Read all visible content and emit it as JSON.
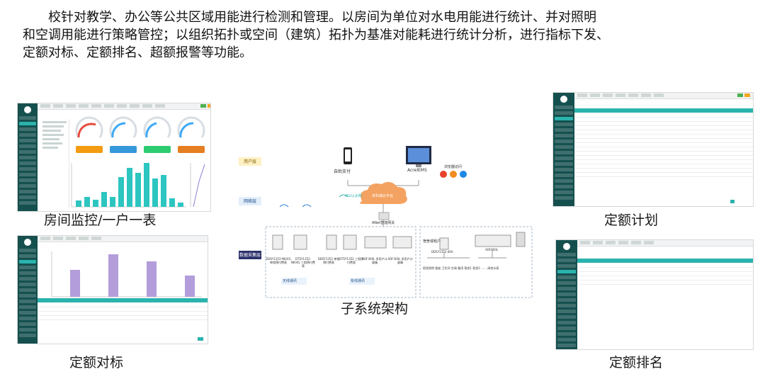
{
  "intro": {
    "line1": "校针对教学、办公等公共区域用能进行检测和管理。以房间为单位对水电用能进行统计、并对照明",
    "line2": "和空调用能进行策略管控；以组织拓扑或空间（建筑）拓扑为基准对能耗进行统计分析，进行指标下发、",
    "line3": "定额对标、定额排名、超额报警等功能。"
  },
  "captions": {
    "room": "房间监控/一户一表",
    "benchmark": "定额对标",
    "plan": "定额计划",
    "ranking": "定额排名",
    "arch": "子系统架构"
  },
  "arch": {
    "layer_user": "用户层",
    "layer_net": "网络层",
    "layer_data": "数据采集层",
    "self_pay": "自助支付",
    "web": "AcrelEMS",
    "browser": "浏览器访问",
    "cloud": "安科瑞云平台",
    "net4g": "4G/以太网",
    "gateway": "ANet智能网关",
    "dev1": "DDSY1352-NK/4G 单相预付费表",
    "dev2": "DTSY1352-NK/4G 三相预付费表",
    "dev3": "DDSY1352 单相预付费表",
    "dev4": "DTSY1352 三相预付费表",
    "dev5": "ADF400L 多用户计量箱",
    "dev6": "ADF300L 多用户计量箱",
    "wireless": "无线通讯",
    "wired": "有线通讯",
    "dorm": "宿舍或租户",
    "meter_right": "DDSY1352-40A",
    "adf_right": "ADF400L",
    "load1": "宿舍照明",
    "load2": "插座",
    "load3": "卫生间",
    "load4": "空调",
    "load5": "备用",
    "load6": "宿舍1",
    "load7": "宿舍2",
    "load8": "……",
    "load9": "阀控水表"
  },
  "bar_charts": {
    "room": {
      "values": [
        9,
        14,
        10,
        21,
        14,
        42,
        55,
        48,
        62,
        40,
        45,
        12,
        6
      ]
    },
    "benchmark": {
      "values": [
        38,
        60,
        50,
        30
      ]
    }
  },
  "colors": {
    "sidebar": "#15504f",
    "accent": "#2bb3ad",
    "bar_room": "#2cc5c0",
    "bar_bench": "#b39ddb",
    "layer_user": "#fff1c4",
    "layer_net": "#e3eefa",
    "layer_data": "#2b2f6b"
  }
}
